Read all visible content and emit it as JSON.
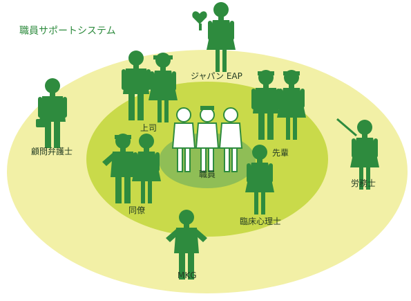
{
  "title": "職員サポートシステム",
  "center_label": "職員",
  "labels": {
    "japan_eap": "ジャパン EAP",
    "boss": "上司",
    "senior": "先輩",
    "colleague": "同僚",
    "clinical_psychologist": "臨床心理士",
    "legal_advisor": "顧問弁護士",
    "labor_consultant": "労務士",
    "mkg": "MKG"
  },
  "colors": {
    "outer_ellipse": "#f2f0a6",
    "middle_ellipse": "#c9da4a",
    "inner_ellipse": "#8fbe56",
    "figure_green": "#2e8b3e",
    "title_green": "#2e8b3e"
  },
  "icons": [
    "heart-icon",
    "briefcase-icon",
    "pointer-stick-icon",
    "nurse-cap-icon"
  ]
}
